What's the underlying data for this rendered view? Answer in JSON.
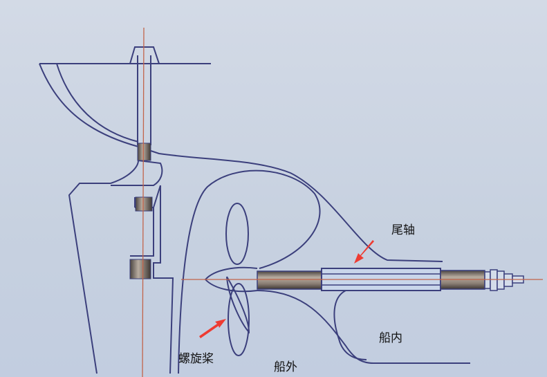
{
  "labels": {
    "tail_shaft": "尾轴",
    "propeller": "螺旋桨",
    "inside_hull": "船内",
    "outside_hull": "船外"
  },
  "colors": {
    "line": "#3b3f7c",
    "centerline": "#c2644a",
    "arrow": "#ee3b32",
    "shaft_dark": "#6e6660",
    "sleeve": "#c9d6ea"
  }
}
